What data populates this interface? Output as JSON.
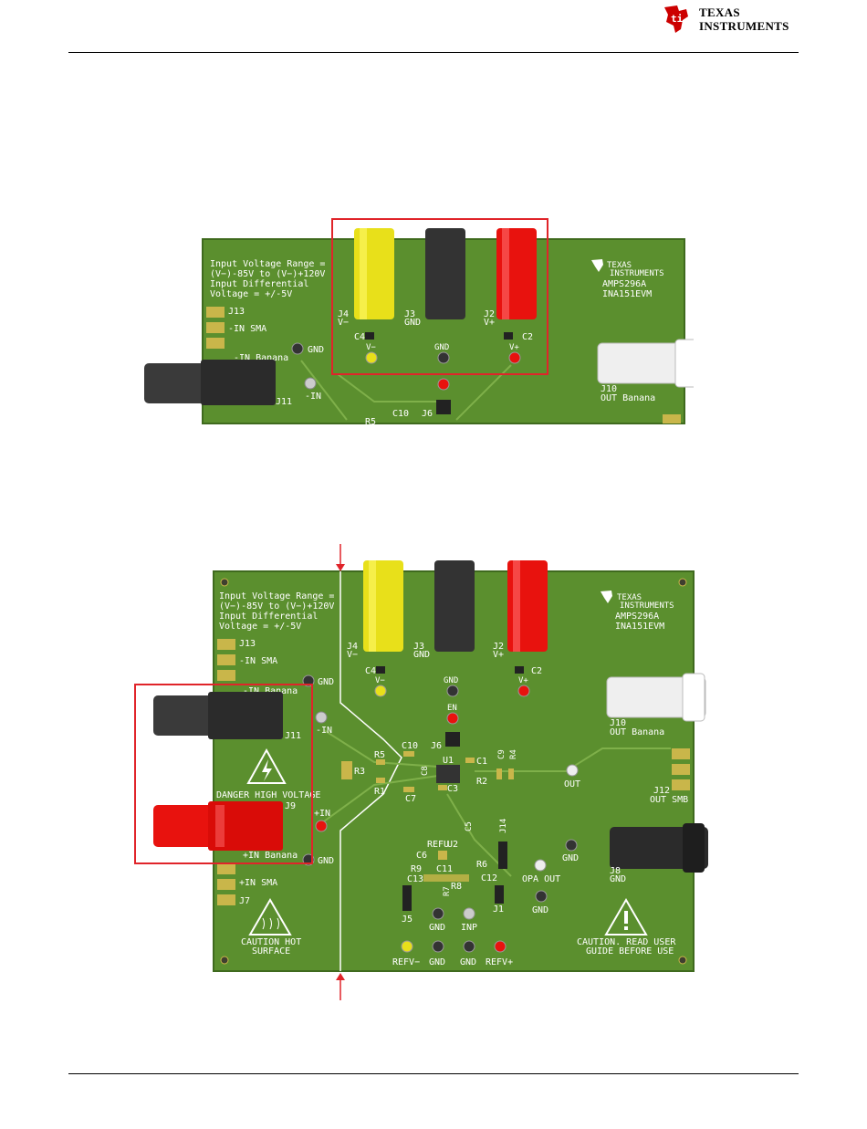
{
  "header": {
    "brand_line1": "TEXAS",
    "brand_line2": "INSTRUMENTS"
  },
  "colors": {
    "pcb": "#5b8f2e",
    "pcb_border": "#3f6a1e",
    "highlight": "#e0242a",
    "silk": "#ffffff"
  },
  "board": {
    "notes": [
      "Input Voltage Range =",
      "(V−)-85V to (V−)+120V",
      "Input Differential",
      "Voltage = +/-5V"
    ],
    "brand": [
      "TEXAS",
      "INSTRUMENTS"
    ],
    "part": "AMPS296A",
    "model": "INA151EVM",
    "j13": "J13",
    "in_sma_neg": "-IN SMA",
    "in_banana_neg": "-IN Banana",
    "gnd": "GND",
    "neg_in": "-IN",
    "j11": "J11",
    "j4": "J4",
    "v_minus": "V−",
    "j3": "J3",
    "j2": "J2",
    "v_plus": "V+",
    "c4": "C4",
    "c2": "C2",
    "en": "EN",
    "j6": "J6",
    "j10": "J10",
    "out_banana": "OUT Banana",
    "r5": "R5",
    "c10": "C10",
    "u1": "U1",
    "c1": "C1",
    "c9": "C9",
    "r4": "R4",
    "r3": "R3",
    "r1": "R1",
    "c8": "C8",
    "c7": "C7",
    "c3": "C3",
    "r2": "R2",
    "out": "OUT",
    "j12": "J12",
    "out_smb": "OUT SMB",
    "danger": "DANGER HIGH VOLTAGE",
    "j9": "J9",
    "pos_in": "+IN",
    "in_banana_pos": "+IN Banana",
    "in_sma_pos": "+IN SMA",
    "j7": "J7",
    "refu": "REFU",
    "u2": "U2",
    "c5": "C5",
    "j14": "J14",
    "c6": "C6",
    "r9": "R9",
    "c11": "C11",
    "r6": "R6",
    "c13": "C13",
    "r8": "R8",
    "c12": "C12",
    "r7": "R7",
    "opa_out": "OPA OUT",
    "j8": "J8",
    "j5": "J5",
    "inp": "INP",
    "j1": "J1",
    "caution_hot": [
      "CAUTION HOT",
      "SURFACE"
    ],
    "caution_read": [
      "CAUTION. READ USER",
      "GUIDE BEFORE USE"
    ],
    "refv_minus": "REFV−",
    "refv_plus": "REFV+"
  }
}
